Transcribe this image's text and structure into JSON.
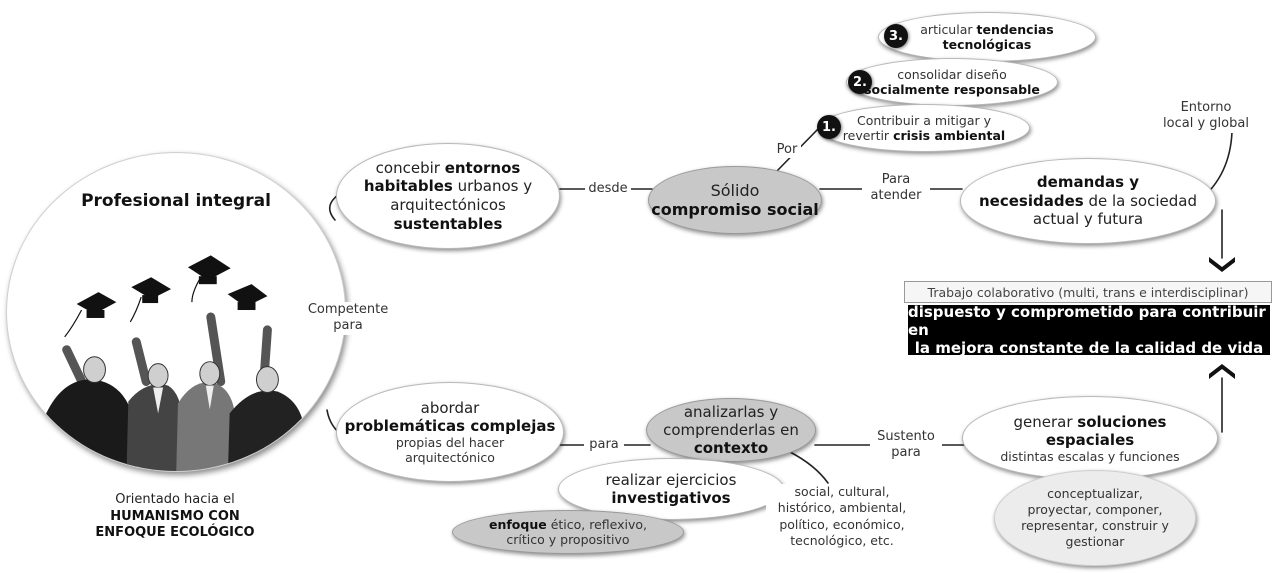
{
  "main_circle": {
    "title": "Profesional integral",
    "orientation_line": "Orientado hacia el",
    "orientation_bold_1": "HUMANISMO CON",
    "orientation_bold_2": "ENFOQUE ECOLÓGICO",
    "illustration": "graduates-throwing-caps"
  },
  "competente": {
    "line1": "Competente",
    "line2": "para"
  },
  "concebir": {
    "w1": "concebir ",
    "b1": "entornos",
    "b2": "habitables",
    "w2": " urbanos y",
    "w3": "arquitectónicos",
    "b3": "sustentables"
  },
  "desde": "desde",
  "compromiso": {
    "line1": "Sólido",
    "line2": "compromiso social"
  },
  "por": "Por",
  "items": [
    {
      "num": "1.",
      "t1": "Contribuir a mitigar y",
      "t2": "revertir ",
      "b2": "crisis ambiental"
    },
    {
      "num": "2.",
      "t1": "consolidar diseño",
      "b2": "socialmente responsable"
    },
    {
      "num": "3.",
      "t1": "articular ",
      "b1": "tendencias",
      "b2": "tecnológicas"
    }
  ],
  "para_atender": {
    "line1": "Para",
    "line2": "atender"
  },
  "demandas": {
    "b1": "demandas y",
    "b2": "necesidades",
    "w2": " de la sociedad",
    "w3": "actual y futura"
  },
  "entorno": {
    "line1": "Entorno",
    "line2": "local y global"
  },
  "trabajo": "Trabajo colaborativo (multi, trans e interdisciplinar)",
  "dispuesto": {
    "line1": "dispuesto y comprometido para contribuir en",
    "line2": "la mejora constante de la calidad de vida"
  },
  "abordar": {
    "w1": "abordar",
    "b1": "problemáticas complejas",
    "s1": "propias del hacer",
    "s2": "arquitectónico"
  },
  "para": "para",
  "analizarlas": {
    "line1": "analizarlas y",
    "line2": "comprenderlas en",
    "bold": "contexto"
  },
  "realizar": {
    "line1": "realizar ejercicios",
    "bold": "investigativos"
  },
  "enfoque": {
    "bold": "enfoque",
    "w1": " ético, reflexivo,",
    "w2": "crítico y propositivo"
  },
  "contexts": {
    "l1": "social, cultural,",
    "l2": "histórico, ambiental,",
    "l3": "político, económico,",
    "l4": "tecnológico, etc."
  },
  "sustento": {
    "line1": "Sustento",
    "line2": "para"
  },
  "generar": {
    "w1": "generar ",
    "b1": "soluciones",
    "b2": "espaciales",
    "s1": "distintas escalas y funciones"
  },
  "actions": {
    "l1": "conceptualizar,",
    "l2": "proyectar, componer,",
    "l3": "representar, construir y",
    "l4": "gestionar"
  }
}
